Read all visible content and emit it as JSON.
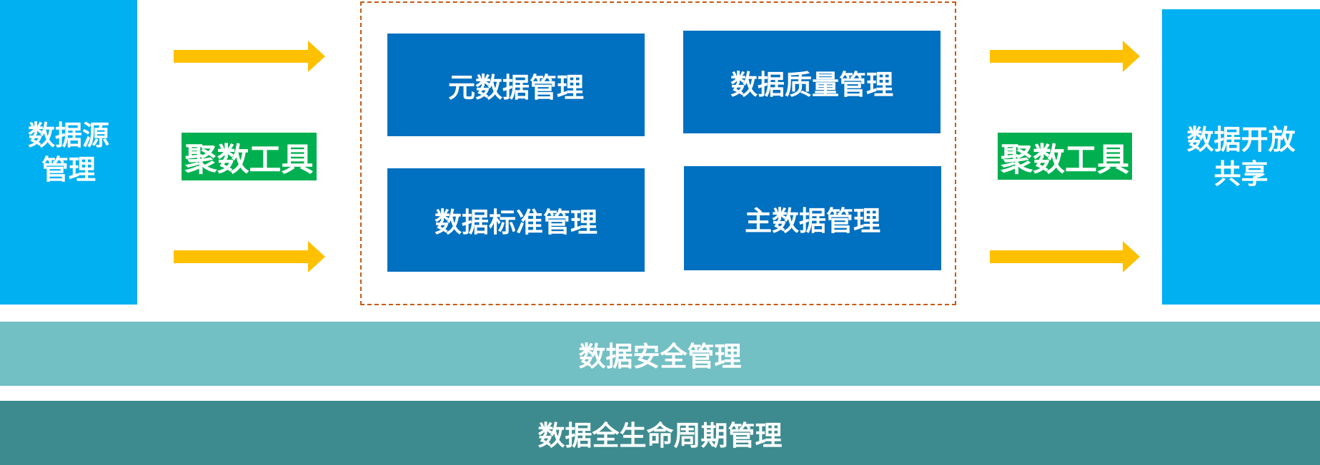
{
  "left": {
    "label": "数据源\n管理"
  },
  "right": {
    "label": "数据开放\n共享"
  },
  "tools": {
    "left_label": "聚数工具",
    "right_label": "聚数工具"
  },
  "modules": {
    "metadata": "元数据管理",
    "quality": "数据质量管理",
    "standard": "数据标准管理",
    "master": "主数据管理"
  },
  "bars": {
    "security": "数据安全管理",
    "lifecycle": "数据全生命周期管理"
  },
  "colors": {
    "side_blue": "#00B0F0",
    "module_blue": "#0070C0",
    "tool_green": "#00B050",
    "arrow_yellow": "#FFC000",
    "dashed_orange": "#C55A11",
    "security_teal": "#72BFC4",
    "lifecycle_teal": "#3E8B8F"
  }
}
